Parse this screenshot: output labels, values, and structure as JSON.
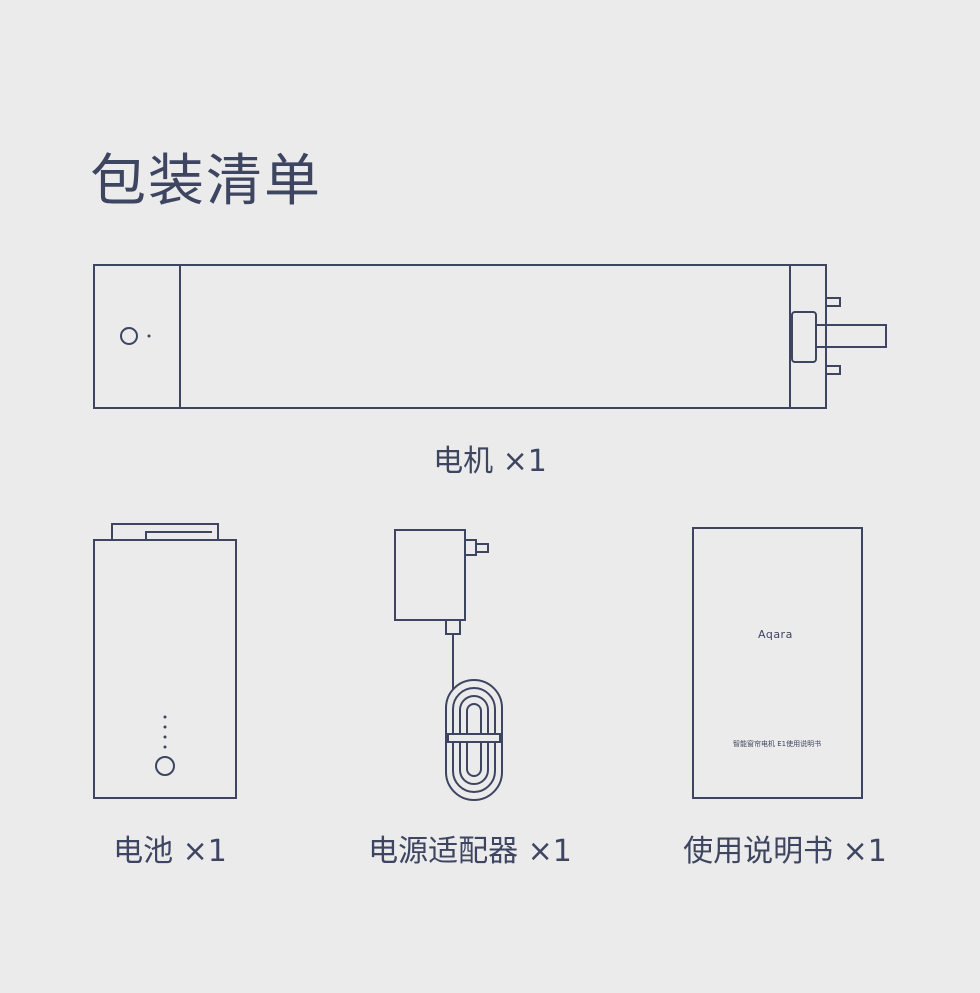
{
  "title": "包装清单",
  "items": {
    "motor": {
      "caption": "电机 ×1"
    },
    "battery": {
      "caption": "电池 ×1"
    },
    "adapter": {
      "caption": "电源适配器 ×1"
    },
    "manual": {
      "caption": "使用说明书 ×1",
      "brand": "Aqara",
      "cover_text": "智能窗帘电机 E1使用说明书"
    }
  },
  "colors": {
    "background": "#ebebeb",
    "line": "#3d4560"
  }
}
